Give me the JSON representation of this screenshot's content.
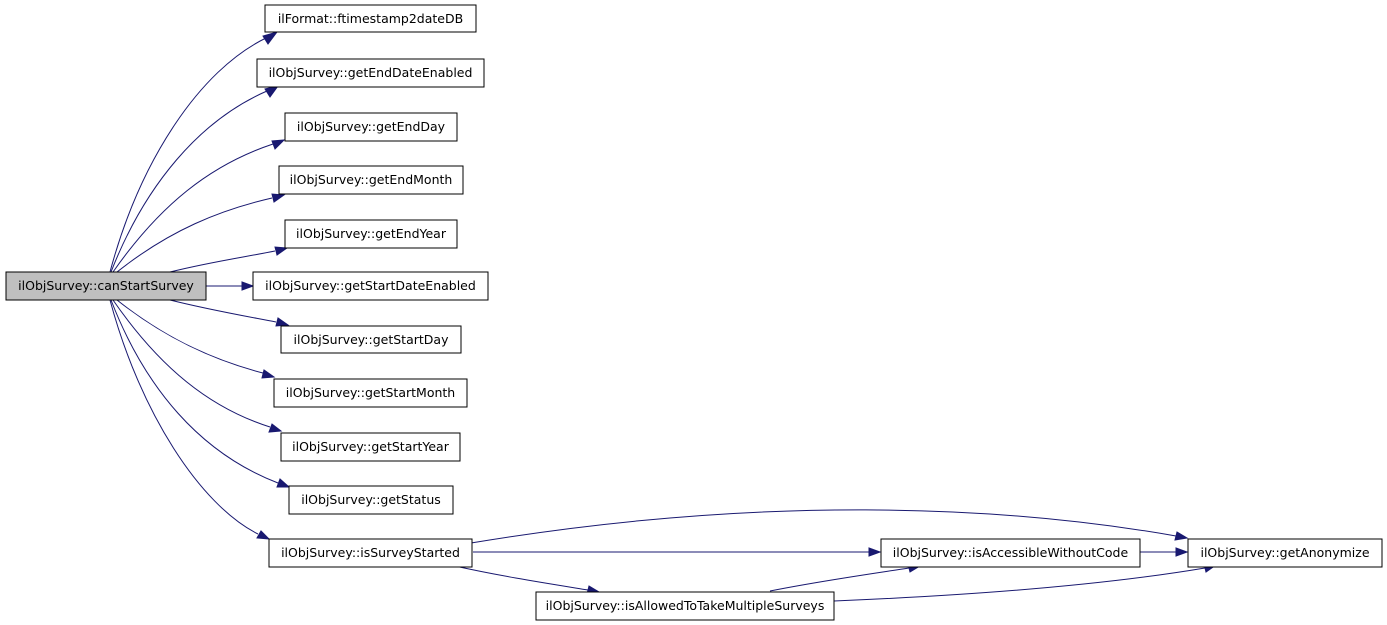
{
  "graph": {
    "edge_color": "#191970",
    "root_fill": "#bfbfbf",
    "nodes": {
      "root": "ilObjSurvey::canStartSurvey",
      "ftimestamp2dateDB": "ilFormat::ftimestamp2dateDB",
      "getEndDateEnabled": "ilObjSurvey::getEndDateEnabled",
      "getEndDay": "ilObjSurvey::getEndDay",
      "getEndMonth": "ilObjSurvey::getEndMonth",
      "getEndYear": "ilObjSurvey::getEndYear",
      "getStartDateEnabled": "ilObjSurvey::getStartDateEnabled",
      "getStartDay": "ilObjSurvey::getStartDay",
      "getStartMonth": "ilObjSurvey::getStartMonth",
      "getStartYear": "ilObjSurvey::getStartYear",
      "getStatus": "ilObjSurvey::getStatus",
      "isSurveyStarted": "ilObjSurvey::isSurveyStarted",
      "isAccessibleWithoutCode": "ilObjSurvey::isAccessibleWithoutCode",
      "getAnonymize": "ilObjSurvey::getAnonymize",
      "isAllowedToTakeMultipleSurveys": "ilObjSurvey::isAllowedToTakeMultipleSurveys"
    },
    "edges": [
      [
        "root",
        "ftimestamp2dateDB"
      ],
      [
        "root",
        "getEndDateEnabled"
      ],
      [
        "root",
        "getEndDay"
      ],
      [
        "root",
        "getEndMonth"
      ],
      [
        "root",
        "getEndYear"
      ],
      [
        "root",
        "getStartDateEnabled"
      ],
      [
        "root",
        "getStartDay"
      ],
      [
        "root",
        "getStartMonth"
      ],
      [
        "root",
        "getStartYear"
      ],
      [
        "root",
        "getStatus"
      ],
      [
        "root",
        "isSurveyStarted"
      ],
      [
        "isSurveyStarted",
        "getAnonymize"
      ],
      [
        "isSurveyStarted",
        "isAccessibleWithoutCode"
      ],
      [
        "isSurveyStarted",
        "isAllowedToTakeMultipleSurveys"
      ],
      [
        "isAccessibleWithoutCode",
        "getAnonymize"
      ],
      [
        "isAllowedToTakeMultipleSurveys",
        "isAccessibleWithoutCode"
      ],
      [
        "isAllowedToTakeMultipleSurveys",
        "getAnonymize"
      ]
    ]
  }
}
